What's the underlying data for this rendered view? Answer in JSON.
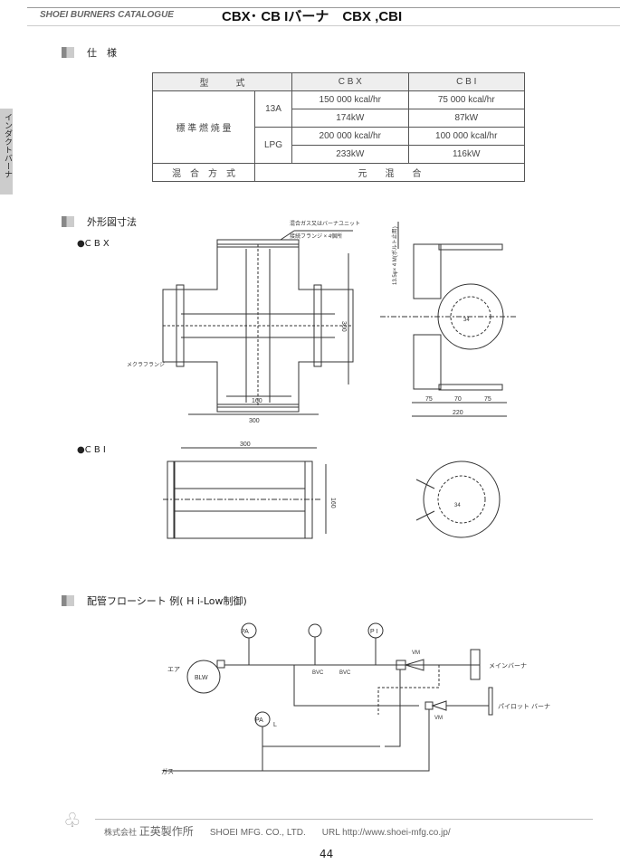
{
  "header": {
    "brand": "SHOEI BURNERS CATALOGUE",
    "title": "CBX･ CB Iバーナ　CBX ,CBI"
  },
  "side_tab": "インダクトバーナ",
  "sections": {
    "spec": "仕　様",
    "dims": "外形図寸法",
    "flow": "配管フローシート 例( H i-Low制御)"
  },
  "spec_table": {
    "header": [
      "型　　　式",
      "C B X",
      "C B I"
    ],
    "row_label": "標 準 燃 焼 量",
    "rows": [
      {
        "gas": "13A",
        "cbx": [
          "150 000 kcal/hr",
          "174kW"
        ],
        "cbi": [
          "75 000 kcal/hr",
          "87kW"
        ]
      },
      {
        "gas": "LPG",
        "cbx": [
          "200 000 kcal/hr",
          "233kW"
        ],
        "cbi": [
          "100 000 kcal/hr",
          "116kW"
        ]
      }
    ],
    "mix_label": "混　合　方　式",
    "mix_value": "元　　混　　合"
  },
  "cbx": {
    "label": "●C B X",
    "note1": "混合ガス又はバーナユニット",
    "note2": "接続フランジ × 4個所",
    "flange": "メクラフランジ",
    "bolt": "13.5φ× 4 M(ボルト止用)",
    "dims": {
      "h": "300",
      "w1": "160",
      "w2": "300",
      "s1": "75",
      "s2": "70",
      "s3": "75",
      "total": "220",
      "r": "34"
    }
  },
  "cbi": {
    "label": "●C B I",
    "dims": {
      "w": "300",
      "h": "160",
      "r": "34"
    }
  },
  "flow": {
    "air": "エア",
    "gas": "ガス",
    "blw": "BLW",
    "pa": "PA",
    "pi": "P I",
    "pal": "PA",
    "l": "L",
    "bvc1": "BVC",
    "bvc2": "BVC",
    "vm1": "VM",
    "vm2": "VM",
    "main": "メインバーナ",
    "pilot": "パイロット バーナ"
  },
  "footer": {
    "company_jp_small": "株式会社",
    "company_jp": "正英製作所",
    "company_en": "SHOEI MFG. CO., LTD.",
    "url": "URL  http://www.shoei-mfg.co.jp/",
    "page": "44"
  }
}
